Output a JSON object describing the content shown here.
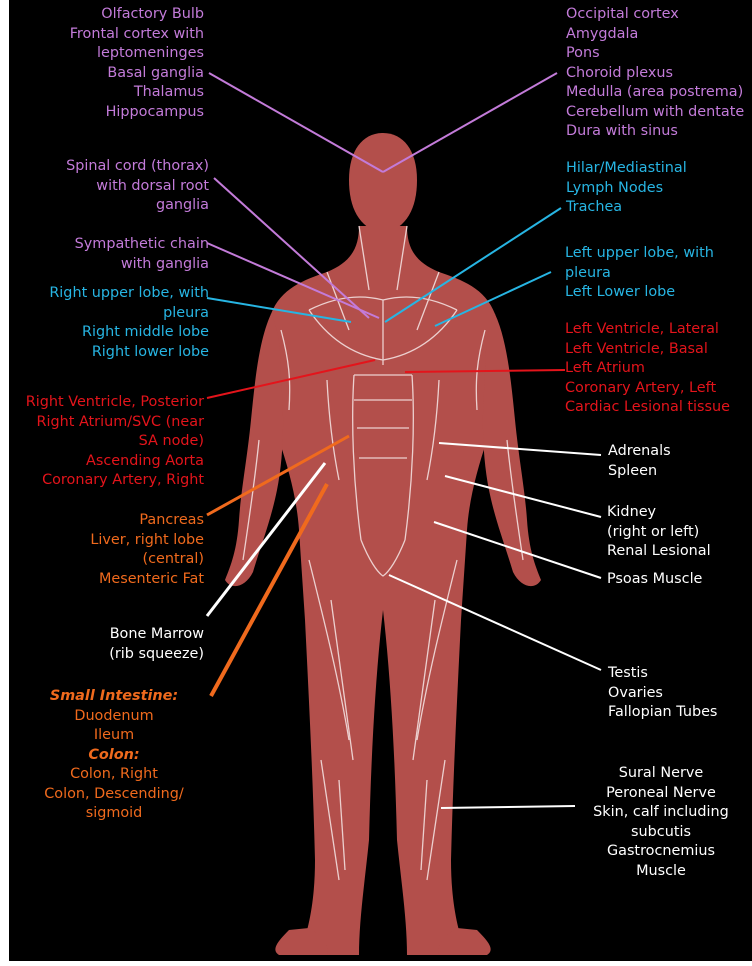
{
  "colors": {
    "background": "#000000",
    "body": "#b34f4b",
    "muscle_lines": "#f3dede",
    "brain_label": "#c37bd9",
    "lung_label": "#27b5e3",
    "heart_label": "#e4141b",
    "gi_label": "#f06a1d",
    "other_label": "#ffffff"
  },
  "labels": {
    "brain_left": [
      "Olfactory Bulb",
      "Frontal cortex with",
      "leptomeninges",
      "Basal ganglia",
      "Thalamus",
      "Hippocampus"
    ],
    "brain_right": [
      "Occipital cortex",
      "Amygdala",
      "Pons",
      "Choroid plexus",
      "Medulla (area postrema)",
      "Cerebellum with dentate",
      "Dura with sinus"
    ],
    "spinal": [
      "Spinal cord (thorax)",
      "with dorsal root",
      "ganglia"
    ],
    "sympathetic": [
      "Sympathetic chain",
      "with ganglia"
    ],
    "right_lung": [
      "Right upper lobe, with",
      "pleura",
      "Right middle lobe",
      "Right lower lobe"
    ],
    "lymph": [
      "Hilar/Mediastinal",
      "Lymph Nodes",
      "Trachea"
    ],
    "left_lung": [
      "Left upper lobe, with",
      "pleura",
      "Left Lower lobe"
    ],
    "heart_right": [
      "Left Ventricle, Lateral",
      "Left Ventricle, Basal",
      "Left Atrium",
      "Coronary Artery, Left",
      "Cardiac Lesional tissue"
    ],
    "heart_left": [
      "Right Ventricle, Posterior",
      "Right Atrium/SVC (near",
      "SA node)",
      "Ascending Aorta",
      "Coronary Artery, Right"
    ],
    "adrenal": [
      "Adrenals",
      "Spleen"
    ],
    "kidney": [
      "Kidney",
      "(right or left)",
      "Renal Lesional"
    ],
    "psoas": [
      "Psoas Muscle"
    ],
    "pancreas": [
      "Pancreas",
      "Liver, right lobe",
      "(central)",
      "Mesenteric Fat"
    ],
    "bone": [
      "Bone Marrow",
      "(rib squeeze)"
    ],
    "small_intestine_heading": "Small Intestine:",
    "small_intestine": [
      "Duodenum",
      "Ileum"
    ],
    "colon_heading": "Colon:",
    "colon": [
      "Colon, Right",
      "Colon, Descending/",
      "sigmoid"
    ],
    "reproductive": [
      "Testis",
      "Ovaries",
      "Fallopian Tubes"
    ],
    "leg": [
      "Sural Nerve",
      "Peroneal Nerve",
      "Skin, calf including",
      "subcutis",
      "Gastrocnemius",
      "Muscle"
    ]
  }
}
